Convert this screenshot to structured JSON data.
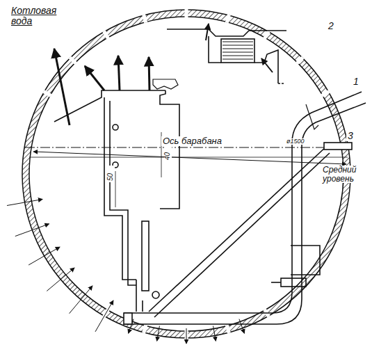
{
  "diagram": {
    "labels": [
      "Котловая вода",
      "2",
      "1",
      "3",
      "Ось барабана",
      "ø1500",
      "Средний уровень",
      "40",
      "50"
    ]
  }
}
